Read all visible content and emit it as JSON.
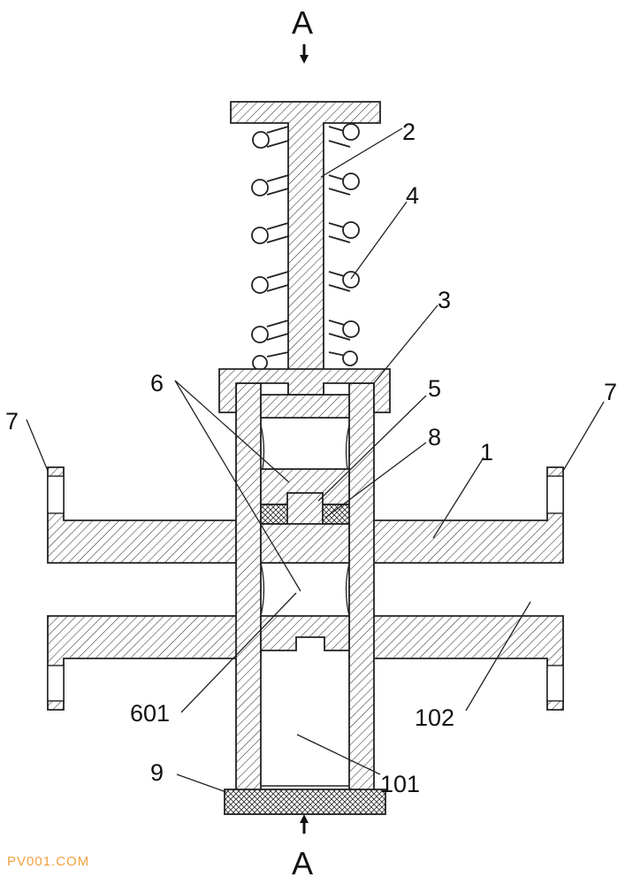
{
  "section_marks": {
    "top": "A",
    "bottom": "A"
  },
  "labels": {
    "l1": "1",
    "l2": "2",
    "l3": "3",
    "l4": "4",
    "l5": "5",
    "l6": "6",
    "l7_left": "7",
    "l7_right": "7",
    "l8": "8",
    "l9": "9",
    "l101": "101",
    "l102": "102",
    "l601": "601"
  },
  "watermark": "PV001.COM"
}
